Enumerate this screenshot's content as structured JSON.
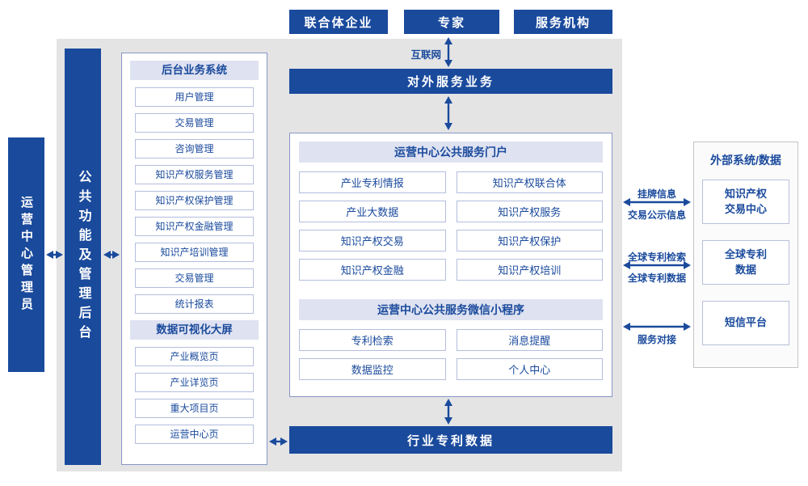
{
  "colors": {
    "navy": "#1a4a9c",
    "header_bg": "#dfe2f1",
    "item_border": "#b4bedd",
    "panel_border": "#8795c5",
    "canvas_gray": "#e4e4e5"
  },
  "top_actors": {
    "consortium": "联合体企业",
    "experts": "专家",
    "service_orgs": "服务机构"
  },
  "internet_label": "互联网",
  "external_service_bar": "对外服务业务",
  "left_rail": {
    "admin": "运营中心管理员",
    "backend": "公共功能及管理后台"
  },
  "backend_panel": {
    "section1_title": "后台业务系统",
    "section1_items": [
      "用户管理",
      "交易管理",
      "咨询管理",
      "知识产权服务管理",
      "知识产权保护管理",
      "知识产权金融管理",
      "知识产培训管理",
      "交易管理",
      "统计报表"
    ],
    "section2_title": "数据可视化大屏",
    "section2_items": [
      "产业概览页",
      "产业详览页",
      "重大项目页",
      "运营中心页"
    ]
  },
  "portal_panel": {
    "title": "运营中心公共服务门户",
    "items": [
      "产业专利情报",
      "知识产权联合体",
      "产业大数据",
      "知识产权服务",
      "知识产权交易",
      "知识产权保护",
      "知识产权金融",
      "知识产权培训"
    ],
    "mini_title": "运营中心公共服务微信小程序",
    "mini_items": [
      "专利检索",
      "消息提醒",
      "数据监控",
      "个人中心"
    ]
  },
  "bottom_bar": "行业专利数据",
  "external_panel": {
    "title": "外部系统/数据",
    "items": [
      {
        "line1": "知识产权",
        "line2": "交易中心"
      },
      {
        "line1": "全球专利",
        "line2": "数据"
      },
      {
        "line1": "短信平台",
        "line2": ""
      }
    ]
  },
  "connection_labels": {
    "listing_top": "挂牌信息",
    "listing_bottom": "交易公示信息",
    "patent_top": "全球专利检索",
    "patent_bottom": "全球专利数据",
    "sms_bottom": "服务对接"
  }
}
